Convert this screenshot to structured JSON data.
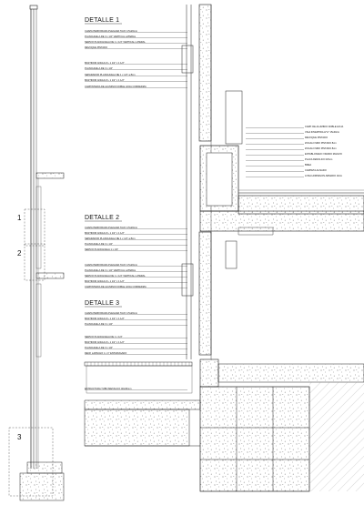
{
  "sheet": {
    "detail_titles": [
      "DETALLE 1",
      "DETALLE 2",
      "DETALLE 3"
    ],
    "section_markers": [
      "1",
      "2",
      "3"
    ]
  },
  "detail1": {
    "notes": [
      "CHAPA PERFORADA PLEGADA TAJO 4.5x20mm",
      "PLANCHUELA DE 3 x 1/4\" VERTICAL LATERAL",
      "NERVIO PLANCHUELA DE 1 x 1/4\" VERTICAL LATERAL",
      "REVOQUE PINTADO",
      "BASTIDOR ANGULO L 1 1/2\" x 1 1/2\"",
      "PLANCHUELA DE 3 x 1/4\"",
      "SEPARADOR PLANCHUELA DE 1 x 1/4\" a 8cm",
      "BASTIDOR ANGULO L 1 1/2\" x 1 1/2\"",
      "CARPINTERIA DE ALUMINIO DOBLE HOJA CORREDIZA"
    ]
  },
  "right_notes": [
    "CARP. DE ALUMINIO DOBLE HOJA",
    "VIGA INVERTIDA H°A° 15x40cm",
    "REVOQUE PINTADO",
    "ZOCALO MDF PINTADO 8cm",
    "ZOCALO MDF PINTADO 8cm",
    "ENTABLONADO VIRARO MACIZO",
    "PLACA FENOLICO 18mm",
    "BREA",
    "CARPETA ALISADO",
    "LOSA HORMIGON ARMADO 10cm"
  ],
  "detail2": {
    "notes": [
      "CHAPA PERFORADA PLEGADA TAJO 4.5x20mm",
      "BASTIDOR ANGULO L 1 1/2\" x 1 1/2\"",
      "SEPARADOR PLANCHUELA DE 1 x 1/4\" a 8cm",
      "PLANCHUELA DE 3 x 1/4\"",
      "NERVIO PLANCHUELA 1 x 1/4\"",
      "CHAPA PERFORADA PLEGADA TAJO 4.5x20mm",
      "PLANCHUELA DE 3 x 1/4\" VERTICAL LATERAL",
      "NERVIO PLANCHUELA DE 1 x 1/4\" VERTICAL LATERAL",
      "BASTIDOR ANGULO L 1 1/2\" x 1 1/2\"",
      "CARPINTERIA DE ALUMINIO DOBLE HOJA CORREDIZA"
    ]
  },
  "detail3": {
    "notes": [
      "CHAPA PERFORADA PLEGADA TAJO 4.5x20mm",
      "BASTIDOR ANGULO L 1 1/2\" x 1 1/2\"",
      "PLANCHUELA DE 3 x 1/4\"",
      "NERVIO PLANCHUELA DE 1 x 1/4\"",
      "BASTIDOR ANGULO L 1 1/2\" x 1 1/2\"",
      "PLANCHUELA DE 3 x 1/4\"",
      "DECK LAPACHO 1 x 4\" ENTARUGADO"
    ],
    "structure_note": "ESTRUCTURA TUBO METALICO 40x40mm"
  }
}
